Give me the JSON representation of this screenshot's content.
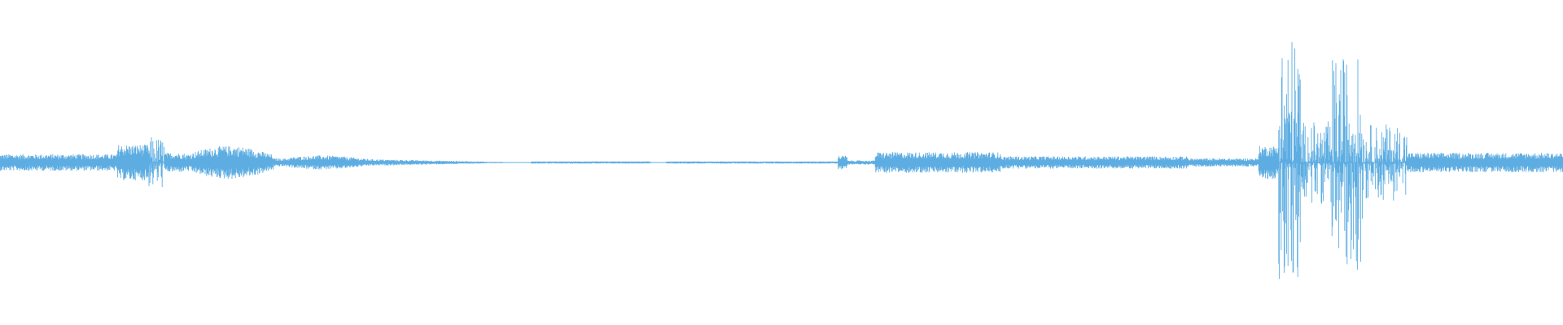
{
  "waveform": {
    "color": "#5DADE2",
    "background": "#FFFFFF",
    "segments": [
      {
        "from": 0.0,
        "to": 0.075,
        "amp": 0.06,
        "style": "noise"
      },
      {
        "from": 0.075,
        "to": 0.095,
        "amp": 0.13,
        "style": "noise"
      },
      {
        "from": 0.095,
        "to": 0.105,
        "amp": 0.19,
        "style": "spiky"
      },
      {
        "from": 0.105,
        "to": 0.118,
        "amp": 0.07,
        "style": "noise"
      },
      {
        "from": 0.118,
        "to": 0.175,
        "amp": 0.12,
        "style": "swell"
      },
      {
        "from": 0.175,
        "to": 0.185,
        "amp": 0.03,
        "style": "noise"
      },
      {
        "from": 0.185,
        "to": 0.34,
        "amp": 0.06,
        "style": "fade"
      },
      {
        "from": 0.34,
        "to": 0.416,
        "amp": 0.008,
        "style": "flat"
      },
      {
        "from": 0.416,
        "to": 0.426,
        "amp": 0.0,
        "style": "gap"
      },
      {
        "from": 0.426,
        "to": 0.536,
        "amp": 0.008,
        "style": "flat"
      },
      {
        "from": 0.536,
        "to": 0.542,
        "amp": 0.05,
        "style": "noise"
      },
      {
        "from": 0.542,
        "to": 0.56,
        "amp": 0.015,
        "style": "noise"
      },
      {
        "from": 0.56,
        "to": 0.64,
        "amp": 0.075,
        "style": "noise"
      },
      {
        "from": 0.64,
        "to": 0.76,
        "amp": 0.045,
        "style": "noise"
      },
      {
        "from": 0.76,
        "to": 0.805,
        "amp": 0.03,
        "style": "noise"
      },
      {
        "from": 0.805,
        "to": 0.818,
        "amp": 0.12,
        "style": "noise"
      },
      {
        "from": 0.818,
        "to": 0.832,
        "amp": 0.95,
        "style": "spiky"
      },
      {
        "from": 0.832,
        "to": 0.852,
        "amp": 0.3,
        "style": "spiky"
      },
      {
        "from": 0.852,
        "to": 0.872,
        "amp": 0.78,
        "style": "spiky"
      },
      {
        "from": 0.872,
        "to": 0.9,
        "amp": 0.28,
        "style": "spiky"
      },
      {
        "from": 0.9,
        "to": 1.0,
        "amp": 0.07,
        "style": "noise"
      }
    ]
  }
}
